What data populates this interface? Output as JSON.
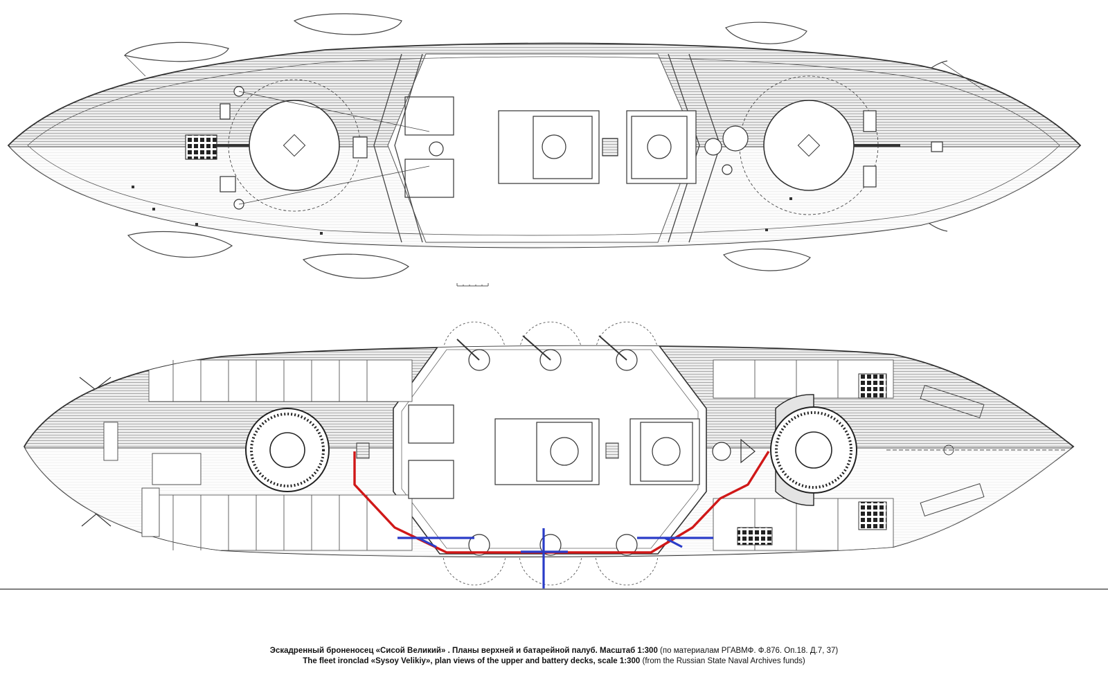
{
  "caption": {
    "ru_bold": "Эскадренный броненосец «Сисой Великий» . Планы верхней и батарейной палуб. Масштаб 1:300",
    "ru_source": "(по материалам РГАВМФ. Ф.876. Оп.18. Д.7, 37)",
    "en_bold": "The fleet ironclad «Sysoy Velikiy», plan views of the upper and battery decks, scale 1:300",
    "en_source": "(from the Russian State Naval Archives funds)"
  },
  "colors": {
    "line": "#3a3a3a",
    "deck_hatch": "#8c8c8c",
    "highlight_red": "#d01818",
    "highlight_blue": "#2a3cc8"
  }
}
